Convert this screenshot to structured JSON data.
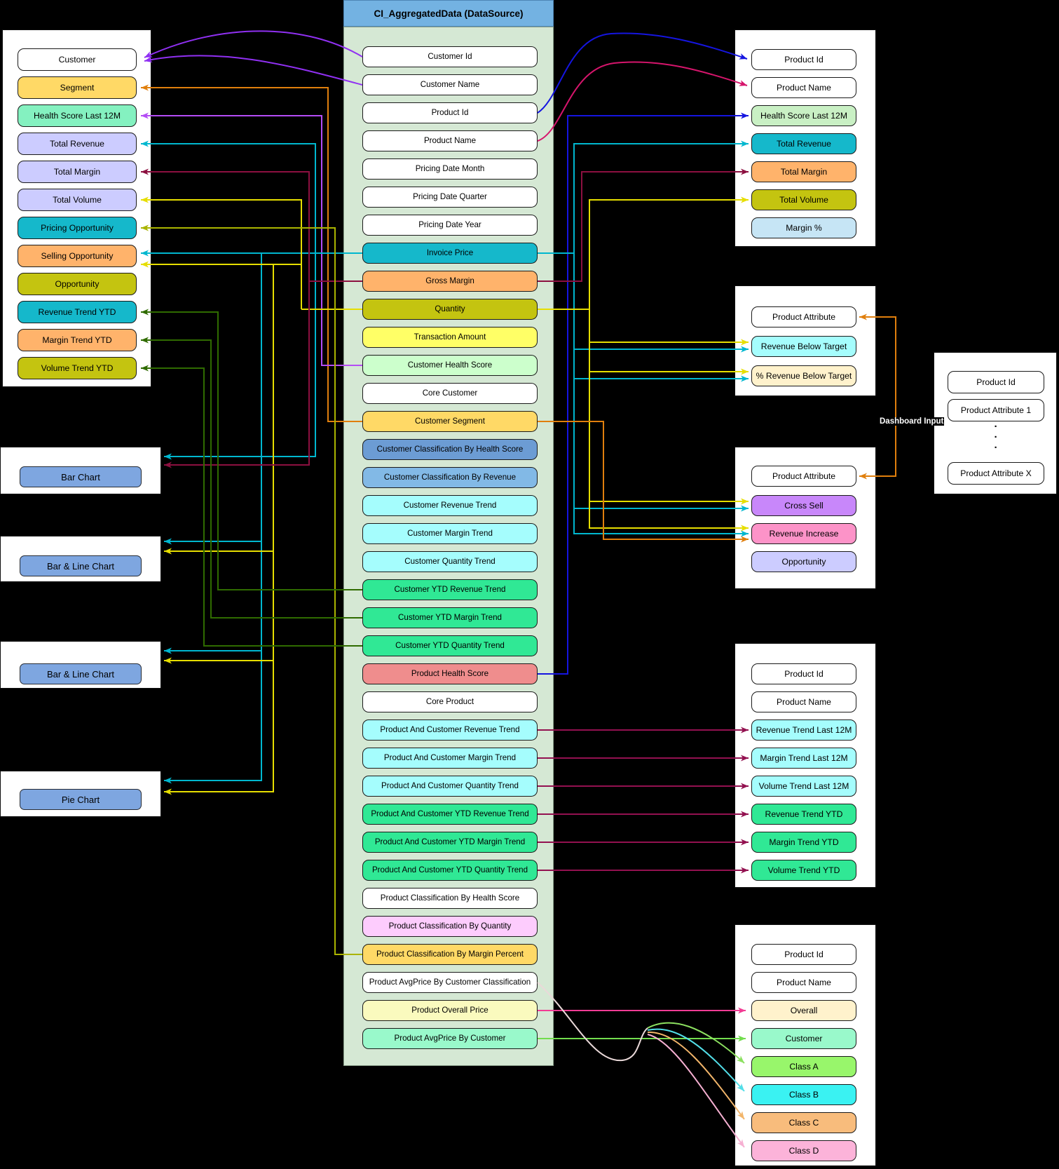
{
  "colors": {
    "fills": {
      "white": "#ffffff",
      "gold": "#ffd966",
      "mint": "#84f1c0",
      "palegreen": "#ccffcc",
      "palegreen2": "#c9f0c4",
      "lavender": "#ccccff",
      "teal": "#15b8cb",
      "orange": "#ffb36b",
      "olive": "#c4c410",
      "yellow": "#ffff66",
      "palecyan": "#a5fdfd",
      "springgreen": "#30e895",
      "salmon": "#ef8d8d",
      "blue1": "#6c9cd4",
      "blue2": "#82b9e6",
      "paleblue": "#c6e5f5",
      "violetbox": "#c887fa",
      "pinkbox": "#fc93c8",
      "pinklav": "#fdccfd",
      "cream": "#fff2cc",
      "cream2": "#fafabe",
      "mintbox": "#99f9cb",
      "classA": "#98f66b",
      "classB": "#3af2f2",
      "classC": "#f8bc7c",
      "classD": "#fcb3d9",
      "chartblue": "#7ea6e0"
    },
    "lines": {
      "purple": "#9030f2",
      "violet": "#b44df5",
      "orange": "#e07f0d",
      "cyan": "#00b7cf",
      "maroon": "#8c1040",
      "yellow": "#e6de00",
      "oliveline": "#aab400",
      "green": "#2f6b00",
      "blue": "#1515e0",
      "crimson": "#d6156c",
      "raspberry": "#931150",
      "pink": "#f23b94",
      "ltgreen": "#72dd4e",
      "trunk": "#ead9d9",
      "fanA": "#8ce060",
      "fanB": "#52dee8",
      "fanC": "#f2b56a",
      "fanD": "#f6b0d2"
    }
  },
  "center_panel": {
    "title": "CI_AggregatedData (DataSource)",
    "fields": [
      {
        "label": "Customer Id",
        "fill": "white"
      },
      {
        "label": "Customer Name",
        "fill": "white"
      },
      {
        "label": "Product Id",
        "fill": "white"
      },
      {
        "label": "Product Name",
        "fill": "white"
      },
      {
        "label": "Pricing Date Month",
        "fill": "white"
      },
      {
        "label": "Pricing Date Quarter",
        "fill": "white"
      },
      {
        "label": "Pricing Date Year",
        "fill": "white"
      },
      {
        "label": "Invoice Price",
        "fill": "teal"
      },
      {
        "label": "Gross Margin",
        "fill": "orange"
      },
      {
        "label": "Quantity",
        "fill": "olive"
      },
      {
        "label": "Transaction Amount",
        "fill": "yellow"
      },
      {
        "label": "Customer Health Score",
        "fill": "palegreen"
      },
      {
        "label": "Core Customer",
        "fill": "white"
      },
      {
        "label": "Customer Segment",
        "fill": "gold"
      },
      {
        "label": "Customer Classification By Health Score",
        "fill": "blue1"
      },
      {
        "label": "Customer Classification By Revenue",
        "fill": "blue2"
      },
      {
        "label": "Customer Revenue Trend",
        "fill": "palecyan"
      },
      {
        "label": "Customer Margin Trend",
        "fill": "palecyan"
      },
      {
        "label": "Customer Quantity Trend",
        "fill": "palecyan"
      },
      {
        "label": "Customer YTD Revenue Trend",
        "fill": "springgreen"
      },
      {
        "label": "Customer YTD Margin Trend",
        "fill": "springgreen"
      },
      {
        "label": "Customer YTD Quantity Trend",
        "fill": "springgreen"
      },
      {
        "label": "Product Health Score",
        "fill": "salmon"
      },
      {
        "label": "Core Product",
        "fill": "white"
      },
      {
        "label": "Product And Customer Revenue Trend",
        "fill": "palecyan"
      },
      {
        "label": "Product And Customer Margin Trend",
        "fill": "palecyan"
      },
      {
        "label": "Product And Customer Quantity Trend",
        "fill": "palecyan"
      },
      {
        "label": "Product And Customer YTD Revenue Trend",
        "fill": "springgreen"
      },
      {
        "label": "Product And Customer YTD Margin Trend",
        "fill": "springgreen"
      },
      {
        "label": "Product And Customer YTD Quantity Trend",
        "fill": "springgreen"
      },
      {
        "label": "Product Classification By Health Score",
        "fill": "white"
      },
      {
        "label": "Product Classification By Quantity",
        "fill": "pinklav"
      },
      {
        "label": "Product Classification By Margin Percent",
        "fill": "gold"
      },
      {
        "label": "Product AvgPrice By Customer Classification",
        "fill": "white"
      },
      {
        "label": "Product Overall Price",
        "fill": "cream2"
      },
      {
        "label": "Product AvgPrice By Customer",
        "fill": "mintbox"
      }
    ]
  },
  "left_panel": {
    "fields": [
      {
        "label": "Customer",
        "fill": "white"
      },
      {
        "label": "Segment",
        "fill": "gold"
      },
      {
        "label": "Health Score Last 12M",
        "fill": "mint"
      },
      {
        "label": "Total Revenue",
        "fill": "lavender"
      },
      {
        "label": "Total Margin",
        "fill": "lavender"
      },
      {
        "label": "Total Volume",
        "fill": "lavender"
      },
      {
        "label": "Pricing Opportunity",
        "fill": "teal"
      },
      {
        "label": "Selling Opportunity",
        "fill": "orange"
      },
      {
        "label": "Opportunity",
        "fill": "olive"
      },
      {
        "label": "Revenue Trend YTD",
        "fill": "teal"
      },
      {
        "label": "Margin Trend YTD",
        "fill": "orange"
      },
      {
        "label": "Volume Trend YTD",
        "fill": "olive"
      }
    ]
  },
  "chart_panels": [
    {
      "label": "Bar Chart"
    },
    {
      "label": "Bar & Line Chart"
    },
    {
      "label": "Bar & Line Chart"
    },
    {
      "label": "Pie Chart"
    }
  ],
  "right_panels": {
    "summary": {
      "fields": [
        {
          "label": "Product Id",
          "fill": "white"
        },
        {
          "label": "Product Name",
          "fill": "white"
        },
        {
          "label": "Health Score Last 12M",
          "fill": "palegreen2"
        },
        {
          "label": "Total Revenue",
          "fill": "teal"
        },
        {
          "label": "Total Margin",
          "fill": "orange"
        },
        {
          "label": "Total Volume",
          "fill": "olive"
        },
        {
          "label": "Margin %",
          "fill": "paleblue"
        }
      ]
    },
    "target": {
      "fields": [
        {
          "label": "Product Attribute",
          "fill": "white"
        },
        {
          "label": "Revenue Below Target",
          "fill": "palecyan"
        },
        {
          "label": "% Revenue Below Target",
          "fill": "cream"
        }
      ]
    },
    "opportunity": {
      "fields": [
        {
          "label": "Product Attribute",
          "fill": "white"
        },
        {
          "label": "Cross Sell",
          "fill": "violetbox"
        },
        {
          "label": "Revenue Increase",
          "fill": "pinkbox"
        },
        {
          "label": "Opportunity",
          "fill": "lavender"
        }
      ]
    },
    "trends": {
      "fields": [
        {
          "label": "Product Id",
          "fill": "white"
        },
        {
          "label": "Product Name",
          "fill": "white"
        },
        {
          "label": "Revenue Trend Last 12M",
          "fill": "palecyan"
        },
        {
          "label": "Margin Trend Last 12M",
          "fill": "palecyan"
        },
        {
          "label": "Volume Trend Last 12M",
          "fill": "palecyan"
        },
        {
          "label": "Revenue Trend YTD",
          "fill": "springgreen"
        },
        {
          "label": "Margin Trend YTD",
          "fill": "springgreen"
        },
        {
          "label": "Volume Trend YTD",
          "fill": "springgreen"
        }
      ]
    },
    "classes": {
      "fields": [
        {
          "label": "Product Id",
          "fill": "white"
        },
        {
          "label": "Product Name",
          "fill": "white"
        },
        {
          "label": "Overall",
          "fill": "cream"
        },
        {
          "label": "Customer",
          "fill": "mintbox"
        },
        {
          "label": "Class A",
          "fill": "classA"
        },
        {
          "label": "Class B",
          "fill": "classB"
        },
        {
          "label": "Class C",
          "fill": "classC"
        },
        {
          "label": "Class D",
          "fill": "classD"
        }
      ]
    }
  },
  "dashboard_panel": {
    "label": "Dashboard Input",
    "fields": [
      {
        "label": "Product Id",
        "fill": "white"
      },
      {
        "label": "Product Attribute 1",
        "fill": "white"
      },
      {
        "label": "Product Attribute X",
        "fill": "white"
      }
    ],
    "dots": [
      "·",
      "·",
      "·"
    ]
  }
}
